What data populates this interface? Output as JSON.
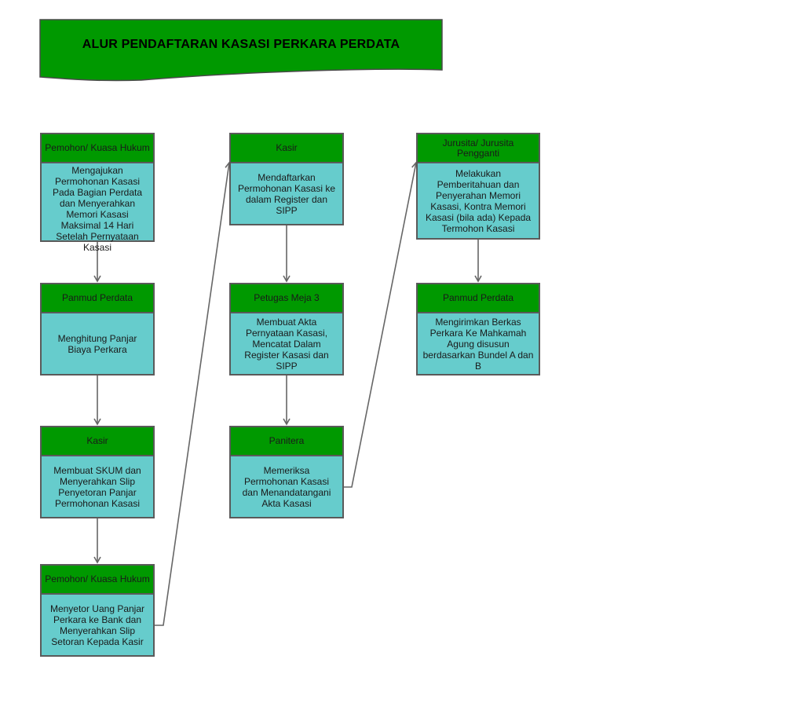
{
  "diagram": {
    "title": "ALUR PENDAFTARAN KASASI PERKARA PERDATA",
    "colors": {
      "header": "#009900",
      "body": "#66cccc",
      "border": "#5a5a5a",
      "connector": "#666666"
    },
    "nodes": [
      {
        "id": "n1",
        "header": "Pemohon/ Kuasa Hukum",
        "body": "Mengajukan Permohonan Kasasi Pada Bagian Perdata dan Menyerahkan Memori Kasasi Maksimal 14 Hari Setelah Pernyataan Kasasi"
      },
      {
        "id": "n2",
        "header": "Panmud Perdata",
        "body": "Menghitung Panjar Biaya Perkara"
      },
      {
        "id": "n3",
        "header": "Kasir",
        "body": "Membuat SKUM dan Menyerahkan Slip Penyetoran Panjar Permohonan Kasasi"
      },
      {
        "id": "n4",
        "header": "Pemohon/ Kuasa Hukum",
        "body": "Menyetor Uang Panjar Perkara ke Bank dan Menyerahkan Slip Setoran Kepada Kasir"
      },
      {
        "id": "n5",
        "header": "Kasir",
        "body": "Mendaftarkan Permohonan Kasasi ke dalam Register dan SIPP"
      },
      {
        "id": "n6",
        "header": "Petugas Meja 3",
        "body": "Membuat Akta Pernyataan Kasasi, Mencatat Dalam Register Kasasi dan SIPP"
      },
      {
        "id": "n7",
        "header": "Panitera",
        "body": "Memeriksa Permohonan Kasasi dan Menandatangani Akta Kasasi"
      },
      {
        "id": "n8",
        "header": "Jurusita/ Jurusita Pengganti",
        "body": "Melakukan Pemberitahuan dan Penyerahan Memori Kasasi, Kontra Memori Kasasi (bila ada) Kepada Termohon Kasasi"
      },
      {
        "id": "n9",
        "header": "Panmud Perdata",
        "body": "Mengirimkan Berkas Perkara Ke Mahkamah Agung disusun berdasarkan Bundel A dan B"
      }
    ],
    "edges": [
      {
        "from": "n1",
        "to": "n2"
      },
      {
        "from": "n2",
        "to": "n3"
      },
      {
        "from": "n3",
        "to": "n4"
      },
      {
        "from": "n4",
        "to": "n5"
      },
      {
        "from": "n5",
        "to": "n6"
      },
      {
        "from": "n6",
        "to": "n7"
      },
      {
        "from": "n7",
        "to": "n8"
      },
      {
        "from": "n8",
        "to": "n9"
      }
    ]
  }
}
